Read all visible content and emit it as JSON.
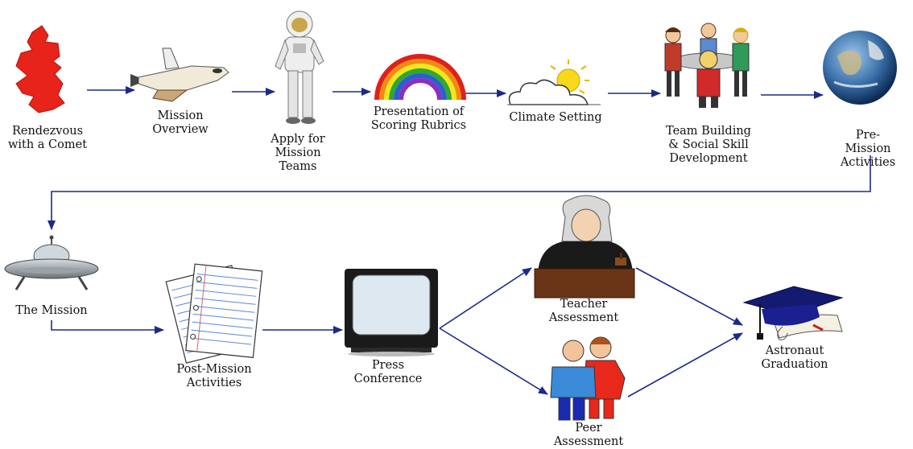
{
  "nodes": [
    {
      "id": "rendezvous",
      "label": "Rendezvous\nwith a Comet",
      "icon": "puzzle-piece-icon"
    },
    {
      "id": "overview",
      "label": "Mission\nOverview",
      "icon": "space-shuttle-icon"
    },
    {
      "id": "apply",
      "label": "Apply for\nMission\nTeams",
      "icon": "astronaut-icon"
    },
    {
      "id": "rubrics",
      "label": "Presentation of\nScoring Rubrics",
      "icon": "rainbow-icon"
    },
    {
      "id": "climate",
      "label": "Climate Setting",
      "icon": "sun-cloud-icon"
    },
    {
      "id": "team",
      "label": "Team Building\n& Social Skill\nDevelopment",
      "icon": "team-table-icon"
    },
    {
      "id": "premission",
      "label": "Pre-Mission\nActivities",
      "icon": "earth-globe-icon"
    },
    {
      "id": "mission",
      "label": "The Mission",
      "icon": "flying-saucer-icon"
    },
    {
      "id": "postmission",
      "label": "Post-Mission\nActivities",
      "icon": "notebook-paper-icon"
    },
    {
      "id": "press",
      "label": "Press\nConference",
      "icon": "television-icon"
    },
    {
      "id": "teacher",
      "label": "Teacher\nAssessment",
      "icon": "judge-icon"
    },
    {
      "id": "peer",
      "label": "Peer\nAssessment",
      "icon": "peer-people-icon"
    },
    {
      "id": "graduation",
      "label": "Astronaut\nGraduation",
      "icon": "graduation-cap-icon"
    }
  ],
  "edges": [
    [
      "rendezvous",
      "overview"
    ],
    [
      "overview",
      "apply"
    ],
    [
      "apply",
      "rubrics"
    ],
    [
      "rubrics",
      "climate"
    ],
    [
      "climate",
      "team"
    ],
    [
      "team",
      "premission"
    ],
    [
      "premission",
      "mission"
    ],
    [
      "mission",
      "postmission"
    ],
    [
      "postmission",
      "press"
    ],
    [
      "press",
      "teacher"
    ],
    [
      "press",
      "peer"
    ],
    [
      "teacher",
      "graduation"
    ],
    [
      "peer",
      "graduation"
    ]
  ],
  "colors": {
    "arrow": "#1a2a8a",
    "puzzle": "#e8231a",
    "text": "#111111"
  }
}
